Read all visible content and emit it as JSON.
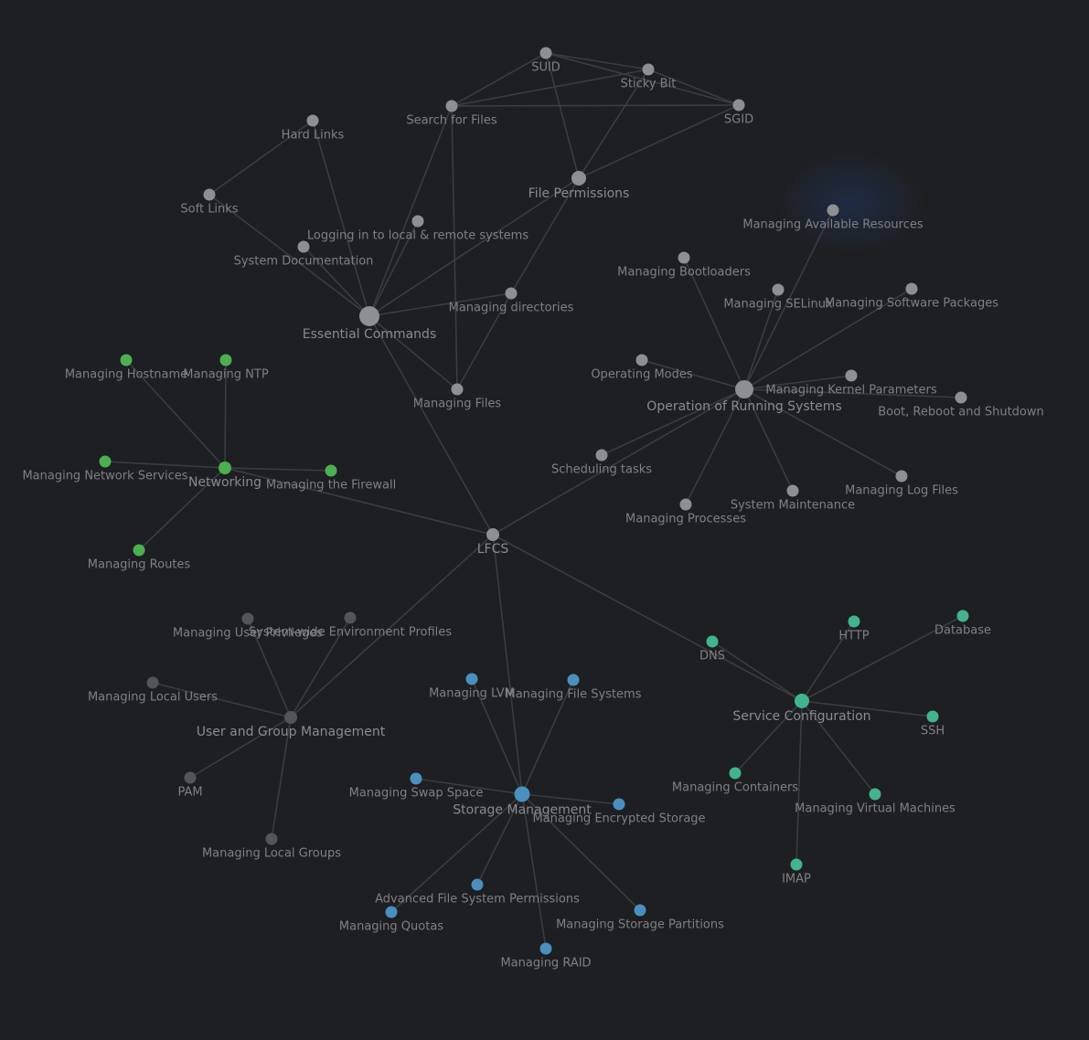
{
  "graph": {
    "colors": {
      "background": "#1e1f22",
      "edge": "#3b3c40",
      "label": "#7f8084",
      "node_gray": "#8e8f93",
      "node_dark": "#54555a",
      "node_green": "#4caf50",
      "node_blue": "#4a8fbe",
      "node_teal": "#41b38f",
      "highlight": "#1f2c46"
    },
    "nodes": [
      {
        "id": "suid",
        "label": "SUID",
        "group": "gray"
      },
      {
        "id": "sticky-bit",
        "label": "Sticky Bit",
        "group": "gray"
      },
      {
        "id": "sgid",
        "label": "SGID",
        "group": "gray"
      },
      {
        "id": "search-for-files",
        "label": "Search for Files",
        "group": "gray"
      },
      {
        "id": "hard-links",
        "label": "Hard Links",
        "group": "gray"
      },
      {
        "id": "file-permissions",
        "label": "File Permissions",
        "group": "gray"
      },
      {
        "id": "soft-links",
        "label": "Soft Links",
        "group": "gray"
      },
      {
        "id": "logging-in",
        "label": "Logging in to local & remote systems",
        "group": "gray"
      },
      {
        "id": "system-documentation",
        "label": "System Documentation",
        "group": "gray"
      },
      {
        "id": "managing-directories",
        "label": "Managing directories",
        "group": "gray"
      },
      {
        "id": "essential-commands",
        "label": "Essential Commands",
        "group": "gray"
      },
      {
        "id": "managing-files",
        "label": "Managing Files",
        "group": "gray"
      },
      {
        "id": "managing-available-resources",
        "label": "Managing Available Resources",
        "group": "gray"
      },
      {
        "id": "managing-bootloaders",
        "label": "Managing Bootloaders",
        "group": "gray"
      },
      {
        "id": "managing-selinux",
        "label": "Managing SELinux",
        "group": "gray"
      },
      {
        "id": "managing-software-packages",
        "label": "Managing Software Packages",
        "group": "gray"
      },
      {
        "id": "operating-modes",
        "label": "Operating Modes",
        "group": "gray"
      },
      {
        "id": "operation-of-running-systems",
        "label": "Operation of Running Systems",
        "group": "gray"
      },
      {
        "id": "managing-kernel-parameters",
        "label": "Managing Kernel Parameters",
        "group": "gray"
      },
      {
        "id": "boot-reboot-shutdown",
        "label": "Boot, Reboot and Shutdown",
        "group": "gray"
      },
      {
        "id": "scheduling-tasks",
        "label": "Scheduling tasks",
        "group": "gray"
      },
      {
        "id": "managing-log-files",
        "label": "Managing Log Files",
        "group": "gray"
      },
      {
        "id": "system-maintenance",
        "label": "System Maintenance",
        "group": "gray"
      },
      {
        "id": "managing-processes",
        "label": "Managing Processes",
        "group": "gray"
      },
      {
        "id": "lfcs",
        "label": "LFCS",
        "group": "gray"
      },
      {
        "id": "managing-hostname",
        "label": "Managing Hostname",
        "group": "green"
      },
      {
        "id": "managing-ntp",
        "label": "Managing NTP",
        "group": "green"
      },
      {
        "id": "managing-network-services",
        "label": "Managing Network Services",
        "group": "green"
      },
      {
        "id": "networking",
        "label": "Networking",
        "group": "green"
      },
      {
        "id": "managing-the-firewall",
        "label": "Managing the Firewall",
        "group": "green"
      },
      {
        "id": "managing-routes",
        "label": "Managing Routes",
        "group": "green"
      },
      {
        "id": "managing-user-privileges",
        "label": "Managing User Privileges",
        "group": "dark"
      },
      {
        "id": "system-wide-environment-profiles",
        "label": "System-wide Environment Profiles",
        "group": "dark"
      },
      {
        "id": "managing-local-users",
        "label": "Managing Local Users",
        "group": "dark"
      },
      {
        "id": "user-and-group-management",
        "label": "User and Group Management",
        "group": "dark"
      },
      {
        "id": "pam",
        "label": "PAM",
        "group": "dark"
      },
      {
        "id": "managing-local-groups",
        "label": "Managing Local Groups",
        "group": "dark"
      },
      {
        "id": "managing-lvm",
        "label": "Managing LVM",
        "group": "blue"
      },
      {
        "id": "managing-file-systems",
        "label": "Managing File Systems",
        "group": "blue"
      },
      {
        "id": "managing-swap-space",
        "label": "Managing Swap Space",
        "group": "blue"
      },
      {
        "id": "storage-management",
        "label": "Storage Management",
        "group": "blue"
      },
      {
        "id": "managing-encrypted-storage",
        "label": "Managing Encrypted Storage",
        "group": "blue"
      },
      {
        "id": "advanced-file-system-permissions",
        "label": "Advanced File System Permissions",
        "group": "blue"
      },
      {
        "id": "managing-quotas",
        "label": "Managing Quotas",
        "group": "blue"
      },
      {
        "id": "managing-storage-partitions",
        "label": "Managing Storage Partitions",
        "group": "blue"
      },
      {
        "id": "managing-raid",
        "label": "Managing RAID",
        "group": "blue"
      },
      {
        "id": "dns",
        "label": "DNS",
        "group": "teal"
      },
      {
        "id": "http",
        "label": "HTTP",
        "group": "teal"
      },
      {
        "id": "database",
        "label": "Database",
        "group": "teal"
      },
      {
        "id": "service-configuration",
        "label": "Service Configuration",
        "group": "teal"
      },
      {
        "id": "ssh",
        "label": "SSH",
        "group": "teal"
      },
      {
        "id": "managing-containers",
        "label": "Managing Containers",
        "group": "teal"
      },
      {
        "id": "managing-virtual-machines",
        "label": "Managing Virtual Machines",
        "group": "teal"
      },
      {
        "id": "imap",
        "label": "IMAP",
        "group": "teal"
      }
    ],
    "edges": [
      [
        "suid",
        "sticky-bit"
      ],
      [
        "suid",
        "sgid"
      ],
      [
        "suid",
        "search-for-files"
      ],
      [
        "suid",
        "file-permissions"
      ],
      [
        "sticky-bit",
        "sgid"
      ],
      [
        "sticky-bit",
        "search-for-files"
      ],
      [
        "sticky-bit",
        "file-permissions"
      ],
      [
        "search-for-files",
        "sgid"
      ],
      [
        "sgid",
        "file-permissions"
      ],
      [
        "search-for-files",
        "essential-commands"
      ],
      [
        "search-for-files",
        "managing-files"
      ],
      [
        "hard-links",
        "soft-links"
      ],
      [
        "hard-links",
        "essential-commands"
      ],
      [
        "soft-links",
        "essential-commands"
      ],
      [
        "file-permissions",
        "essential-commands"
      ],
      [
        "file-permissions",
        "managing-directories"
      ],
      [
        "logging-in",
        "essential-commands"
      ],
      [
        "system-documentation",
        "essential-commands"
      ],
      [
        "managing-directories",
        "essential-commands"
      ],
      [
        "managing-directories",
        "managing-files"
      ],
      [
        "essential-commands",
        "managing-files"
      ],
      [
        "essential-commands",
        "lfcs"
      ],
      [
        "operation-of-running-systems",
        "managing-available-resources"
      ],
      [
        "operation-of-running-systems",
        "managing-bootloaders"
      ],
      [
        "operation-of-running-systems",
        "managing-selinux"
      ],
      [
        "operation-of-running-systems",
        "managing-software-packages"
      ],
      [
        "operation-of-running-systems",
        "operating-modes"
      ],
      [
        "operation-of-running-systems",
        "managing-kernel-parameters"
      ],
      [
        "operation-of-running-systems",
        "boot-reboot-shutdown"
      ],
      [
        "operation-of-running-systems",
        "scheduling-tasks"
      ],
      [
        "operation-of-running-systems",
        "managing-log-files"
      ],
      [
        "operation-of-running-systems",
        "system-maintenance"
      ],
      [
        "operation-of-running-systems",
        "managing-processes"
      ],
      [
        "operation-of-running-systems",
        "lfcs"
      ],
      [
        "networking",
        "managing-hostname"
      ],
      [
        "networking",
        "managing-ntp"
      ],
      [
        "networking",
        "managing-network-services"
      ],
      [
        "networking",
        "managing-the-firewall"
      ],
      [
        "networking",
        "managing-routes"
      ],
      [
        "networking",
        "lfcs"
      ],
      [
        "user-and-group-management",
        "managing-user-privileges"
      ],
      [
        "user-and-group-management",
        "system-wide-environment-profiles"
      ],
      [
        "user-and-group-management",
        "managing-local-users"
      ],
      [
        "user-and-group-management",
        "pam"
      ],
      [
        "user-and-group-management",
        "managing-local-groups"
      ],
      [
        "user-and-group-management",
        "lfcs"
      ],
      [
        "storage-management",
        "managing-lvm"
      ],
      [
        "storage-management",
        "managing-file-systems"
      ],
      [
        "storage-management",
        "managing-swap-space"
      ],
      [
        "storage-management",
        "managing-encrypted-storage"
      ],
      [
        "storage-management",
        "advanced-file-system-permissions"
      ],
      [
        "storage-management",
        "managing-quotas"
      ],
      [
        "storage-management",
        "managing-storage-partitions"
      ],
      [
        "storage-management",
        "managing-raid"
      ],
      [
        "storage-management",
        "lfcs"
      ],
      [
        "service-configuration",
        "dns"
      ],
      [
        "service-configuration",
        "http"
      ],
      [
        "service-configuration",
        "database"
      ],
      [
        "service-configuration",
        "ssh"
      ],
      [
        "service-configuration",
        "managing-containers"
      ],
      [
        "service-configuration",
        "managing-virtual-machines"
      ],
      [
        "service-configuration",
        "imap"
      ],
      [
        "service-configuration",
        "lfcs"
      ]
    ]
  }
}
